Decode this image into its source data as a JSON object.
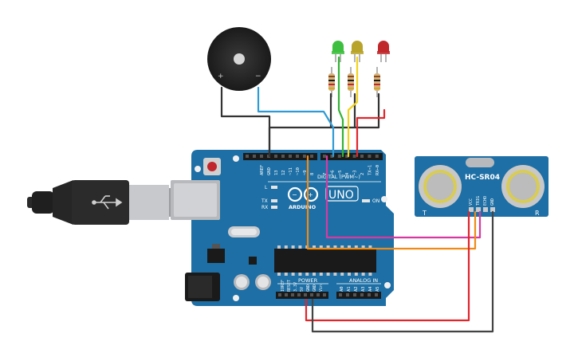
{
  "board": {
    "uno_label": "UNO",
    "brand": "ARDUINO",
    "digital_label": "DIGITAL (PWM~)",
    "power_label": "POWER",
    "analog_label": "ANALOG IN",
    "on_label": "ON",
    "l_label": "L",
    "tx_label": "TX",
    "rx_label": "RX",
    "top_pins": [
      "AREF",
      "GND",
      "13",
      "12",
      "~11",
      "~10",
      "~9",
      "8",
      "7",
      "~6",
      "~5",
      "4",
      "~3",
      "2",
      "TX→1",
      "RX←0"
    ],
    "power_pins": [
      "IOREF",
      "RESET",
      "3.3V",
      "5V",
      "GND",
      "GND",
      "Vin"
    ],
    "analog_pins": [
      "A0",
      "A1",
      "A2",
      "A3",
      "A4",
      "A5"
    ]
  },
  "sensor": {
    "name": "HC-SR04",
    "t_label": "T",
    "r_label": "R",
    "pins": [
      "VCC",
      "TRIG",
      "ECHO",
      "GND"
    ]
  },
  "buzzer": {
    "plus": "+",
    "minus": "−"
  },
  "leds": [
    {
      "name": "green-led",
      "color": "#3fbf3f"
    },
    {
      "name": "yellow-led",
      "color": "#b8a42a"
    },
    {
      "name": "red-led",
      "color": "#c0282c"
    }
  ],
  "wire_colors": {
    "black": "#333333",
    "blue": "#2f9bd6",
    "green": "#33b233",
    "yellow": "#f2d21b",
    "red": "#e0262b",
    "magenta": "#d63aa0",
    "orange": "#f08a17",
    "gray": "#444444"
  }
}
